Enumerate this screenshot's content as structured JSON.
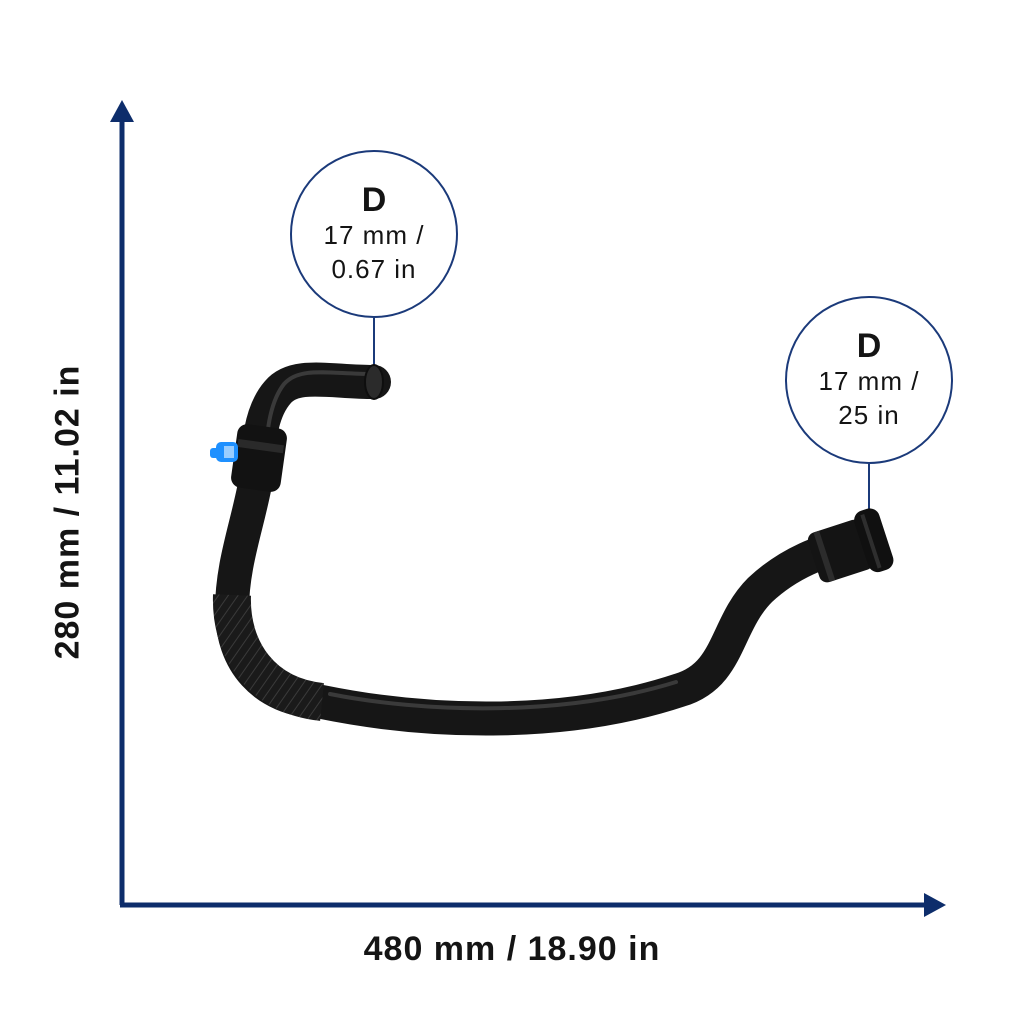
{
  "colors": {
    "axis": "#0d2d6b",
    "callout_border": "#1b3a7a",
    "hose": "#161616",
    "hose_highlight": "#3a3a3a",
    "clip_accent": "#1e90ff",
    "text": "#141414"
  },
  "axes": {
    "x_label": "480 mm / 18.90 in",
    "y_label": "280 mm / 11.02 in"
  },
  "callouts": [
    {
      "letter": "D",
      "line1": "17 mm /",
      "line2": "0.67 in"
    },
    {
      "letter": "D",
      "line1": "17 mm /",
      "line2": "25 in"
    }
  ],
  "product": {
    "icon": "hose-icon"
  }
}
